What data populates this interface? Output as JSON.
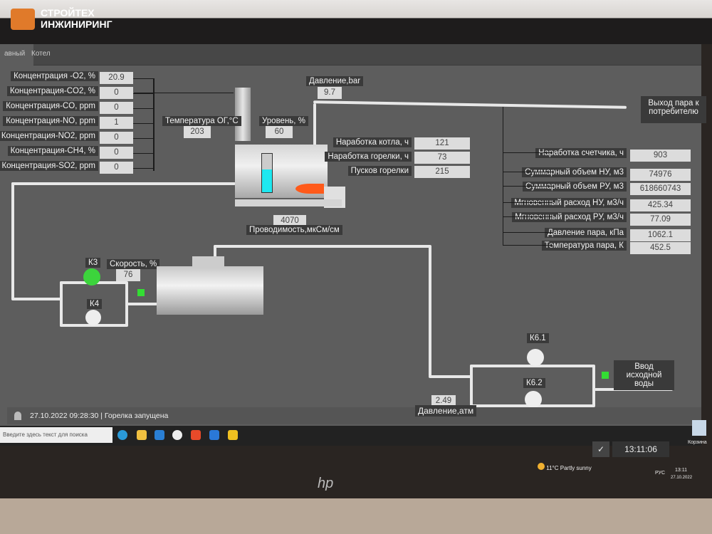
{
  "logo": {
    "line1": "СТРОЙТЕХ",
    "line2": "ИНЖИНИРИНГ"
  },
  "tabs": [
    "авный",
    "Котел"
  ],
  "gas": [
    {
      "label": "Концентрация -O2, %",
      "value": "20.9"
    },
    {
      "label": "Концентрация-CO2, %",
      "value": "0"
    },
    {
      "label": "Концентрация-CO, ppm",
      "value": "0"
    },
    {
      "label": "Концентрация-NO, ppm",
      "value": "1"
    },
    {
      "label": "Концентрация-NO2, ppm",
      "value": "0"
    },
    {
      "label": "Концентрация-CH4, %",
      "value": "0"
    },
    {
      "label": "Концентрация-SO2, ppm",
      "value": "0"
    }
  ],
  "boiler": {
    "temp_label": "Температура ОГ,°С",
    "temp": "203",
    "level_label": "Уровень, %",
    "level": "60",
    "level_fraction": 0.6,
    "cond": "4070",
    "cond_label": "Проводимость,мкСм/см",
    "pressure_label": "Давление,bar",
    "pressure": "9.7"
  },
  "counters": [
    {
      "label": "Наработка котла, ч",
      "value": "121"
    },
    {
      "label": "Наработка горелки, ч",
      "value": "73"
    },
    {
      "label": "Пусков горелки",
      "value": "215"
    }
  ],
  "steam_out": "Выход пара к потребителю",
  "meter": [
    {
      "label": "Наработка счетчика, ч",
      "value": "903"
    },
    {
      "label": "Суммарный объем НУ, м3",
      "value": "74976"
    },
    {
      "label": "Суммарный объем РУ, м3",
      "value": "618660743"
    },
    {
      "label": "Мгновенный расход НУ, м3/ч",
      "value": "425.34"
    },
    {
      "label": "Мгновенный расход РУ, м3/ч",
      "value": "77.09"
    },
    {
      "label": "Давление пара, кПа",
      "value": "1062.1"
    },
    {
      "label": "Температура пара, К",
      "value": "452.5"
    }
  ],
  "pumps": {
    "k3": "К3",
    "k4": "К4",
    "speed_label": "Скорость, %",
    "speed": "76",
    "k61": "К6.1",
    "k62": "К6.2"
  },
  "water": {
    "inlet": "Ввод исходной воды",
    "pressure": "2.49",
    "pressure_label": "Давление,атм"
  },
  "status": "27.10.2022  09:28:30 |  Горелка запущена",
  "clock": "13:11:06",
  "taskbar": {
    "search": "Введите здесь текст для поиска",
    "weather": "11°C  Partly sunny",
    "lang": "РУС",
    "time": "13:11",
    "date": "27.10.2022",
    "recycle": "Корзина"
  },
  "brand": "hp"
}
